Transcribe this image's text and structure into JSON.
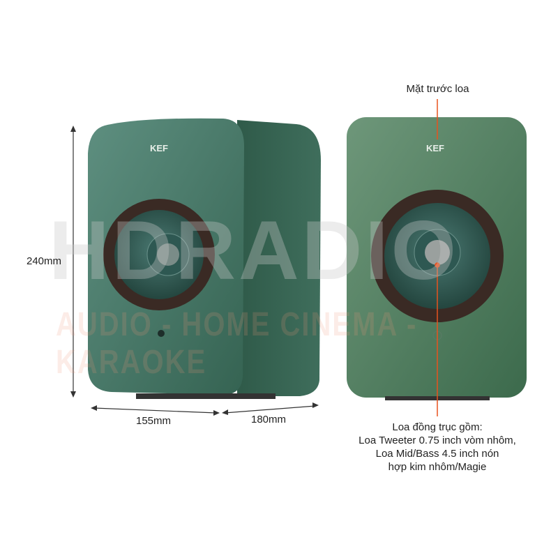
{
  "dimensions": {
    "height": "240mm",
    "width": "155mm",
    "depth": "180mm"
  },
  "annotations": {
    "front_label": "Mặt trước loa",
    "driver_lines": [
      "Loa đồng trục gồm:",
      "Loa Tweeter 0.75 inch vòm nhôm,",
      "Loa Mid/Bass 4.5 inch nón",
      "hợp kim nhôm/Magie"
    ]
  },
  "brand_logo": "KEF",
  "watermark": {
    "main": "HDRADIO",
    "sub": "AUDIO - HOME CINEMA - KARAOKE"
  },
  "colors": {
    "speaker_green": "#3f6e5c",
    "accent_line": "#e8521e"
  }
}
